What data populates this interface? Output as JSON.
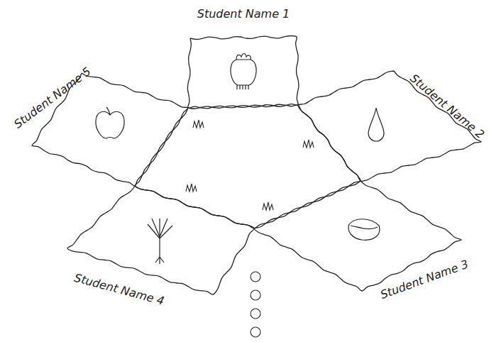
{
  "diagram": {
    "nodes": [
      {
        "text": [
          "Student Name 1"
        ]
      },
      {
        "text": [
          "Student Name 5"
        ]
      },
      {
        "text": [
          "Student Name 2"
        ]
      },
      {
        "text": [
          "Student Name 4"
        ]
      },
      {
        "text": [
          "Student Name 3"
        ]
      }
    ]
  }
}
